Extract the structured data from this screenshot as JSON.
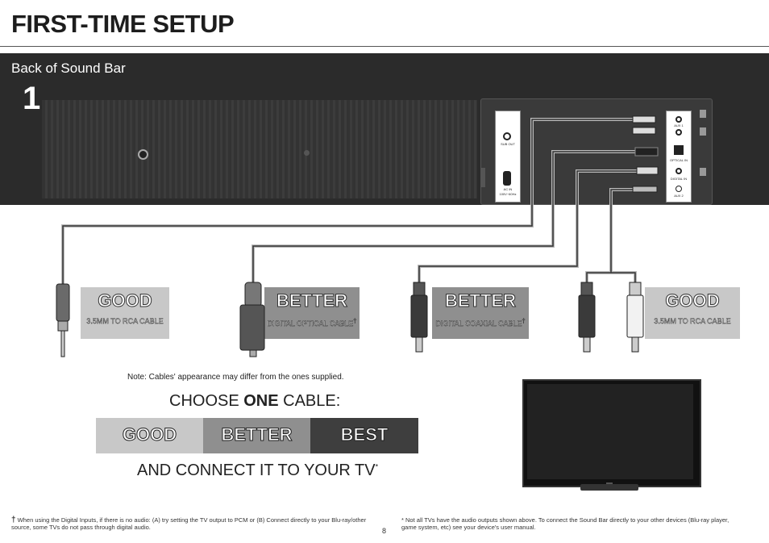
{
  "header": {
    "title": "FIRST-TIME SETUP"
  },
  "soundbar": {
    "label": "Back of Sound Bar",
    "step": "1",
    "ports": {
      "sub_out": "SUB OUT",
      "ac_in": "AC IN",
      "ac_in_spec": "100V~60Hz",
      "aux1": "AUX 1",
      "optical_in": "OPTICAL IN",
      "digital_in": "DIGITAL IN",
      "aux2": "AUX 2"
    }
  },
  "cables": [
    {
      "rating": "GOOD",
      "name": "3.5MM TO RCA CABLE",
      "mark": ""
    },
    {
      "rating": "BETTER",
      "name": "DIGITAL OPTICAL CABLE",
      "mark": "†"
    },
    {
      "rating": "BETTER",
      "name": "DIGITAL COAXIAL CABLE",
      "mark": "†"
    },
    {
      "rating": "GOOD",
      "name": "3.5MM TO RCA CABLE",
      "mark": ""
    }
  ],
  "note": "Note: Cables' appearance may differ from the ones supplied.",
  "choose": {
    "pre": "CHOOSE ",
    "bold": "ONE",
    "post": " CABLE:"
  },
  "scale": [
    {
      "label": "GOOD",
      "color": "#c8c8c8"
    },
    {
      "label": "BETTER",
      "color": "#8f8f8f"
    },
    {
      "label": "BEST",
      "color": "#3e3e3e"
    }
  ],
  "connect": {
    "text": "AND CONNECT IT TO YOUR TV",
    "mark": "*"
  },
  "footnotes": {
    "dagger_symbol": "†",
    "dagger": "When using the Digital Inputs, if there is no audio: (A) try setting the TV output to PCM or (B) Connect directly to your Blu-ray/other source, some TVs do not pass through digital audio.",
    "star_symbol": "*",
    "star": "Not all TVs have the audio outputs shown above. To connect the Sound Bar directly to your other devices (Blu-ray player, game system, etc) see your device's user manual."
  },
  "page_number": "8",
  "colors": {
    "good": "#c8c8c8",
    "better": "#8f8f8f",
    "best": "#3e3e3e",
    "bar": "#2b2b2b"
  }
}
